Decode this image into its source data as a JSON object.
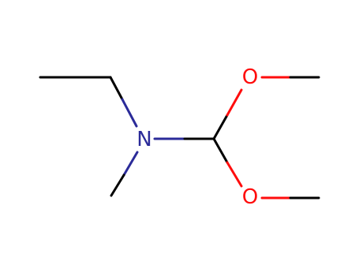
{
  "molecule": {
    "atoms": {
      "nitrogen": {
        "label": "N",
        "color": "#2b2b99"
      },
      "oxygen_top": {
        "label": "O",
        "color": "#ff0d0d"
      },
      "oxygen_bottom": {
        "label": "O",
        "color": "#ff0d0d"
      }
    },
    "bond_colors": {
      "carbon": "#000000",
      "nitrogen": "#2b2b99",
      "oxygen": "#ff0d0d"
    }
  }
}
